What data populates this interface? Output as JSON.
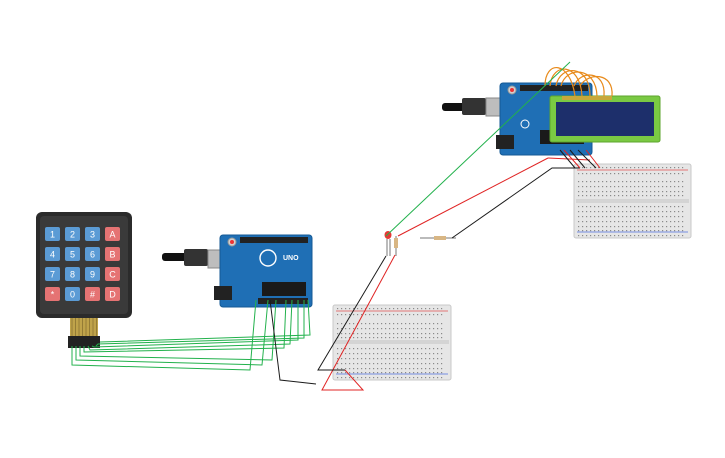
{
  "keypad": {
    "rows": [
      [
        {
          "label": "1",
          "kind": "num"
        },
        {
          "label": "2",
          "kind": "num"
        },
        {
          "label": "3",
          "kind": "num"
        },
        {
          "label": "A",
          "kind": "letter"
        }
      ],
      [
        {
          "label": "4",
          "kind": "num"
        },
        {
          "label": "5",
          "kind": "num"
        },
        {
          "label": "6",
          "kind": "num"
        },
        {
          "label": "B",
          "kind": "letter"
        }
      ],
      [
        {
          "label": "7",
          "kind": "num"
        },
        {
          "label": "8",
          "kind": "num"
        },
        {
          "label": "9",
          "kind": "num"
        },
        {
          "label": "C",
          "kind": "letter"
        }
      ],
      [
        {
          "label": "*",
          "kind": "sym"
        },
        {
          "label": "0",
          "kind": "num"
        },
        {
          "label": "#",
          "kind": "sym"
        },
        {
          "label": "D",
          "kind": "letter"
        }
      ]
    ]
  },
  "arduino_left": {
    "logo": "UNO"
  },
  "colors": {
    "board": "#1f6fb5",
    "board_dark": "#155a95",
    "wire_green": "#22b14c",
    "wire_red": "#e02424",
    "wire_black": "#1a1a1a",
    "wire_orange": "#e88a1a",
    "lcd_frame": "#7ac943",
    "lcd_screen": "#1d2f6b",
    "key_num": "#5b9bd5",
    "key_letter": "#e57373",
    "key_sym": "#e57373"
  }
}
